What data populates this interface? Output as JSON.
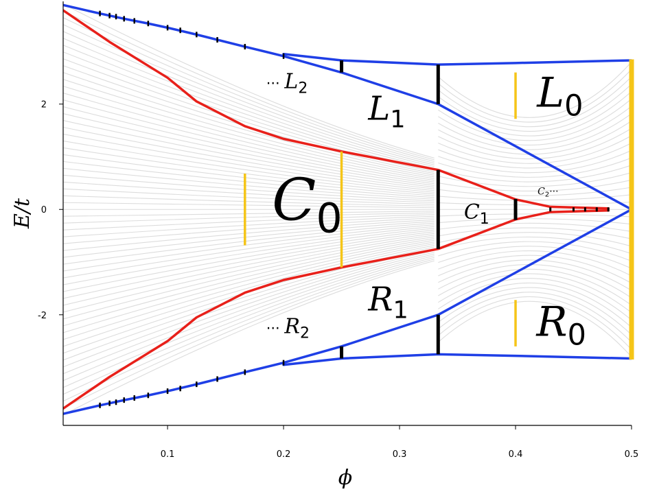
{
  "chart_data": {
    "type": "line",
    "xlabel": "ϕ",
    "ylabel": "E/t",
    "xlim": [
      0.01,
      0.5
    ],
    "ylim": [
      -4.1,
      3.95
    ],
    "x_ticks": [
      {
        "value": 0.1,
        "label": "0.1"
      },
      {
        "value": 0.2,
        "label": "0.2"
      },
      {
        "value": 0.3,
        "label": "0.3"
      },
      {
        "value": 0.4,
        "label": "0.4"
      },
      {
        "value": 0.5,
        "label": "0.5"
      }
    ],
    "y_ticks": [
      {
        "value": 2,
        "label": "2"
      },
      {
        "value": 0,
        "label": "0"
      },
      {
        "value": -2,
        "label": "-2"
      }
    ],
    "grid": false,
    "colors": {
      "outer_curve": "#1f3fe6",
      "center_curve": "#e8201a",
      "gap_marker": "#000000",
      "highlight_marker": "#f5c518",
      "spectrum": "#dcdcdc"
    },
    "series": [
      {
        "color": "#1f3fe6",
        "x": [
          0.01,
          0.0417,
          0.0625,
          0.0833,
          0.1,
          0.125,
          0.1667,
          0.2,
          0.25,
          0.3333,
          0.5
        ],
        "y": [
          3.88,
          3.72,
          3.62,
          3.53,
          3.45,
          3.32,
          3.09,
          2.91,
          2.6,
          2.0,
          0.0
        ]
      },
      {
        "color": "#1f3fe6",
        "x": [
          0.01,
          0.0417,
          0.0625,
          0.0833,
          0.1,
          0.125,
          0.1667,
          0.2,
          0.25,
          0.3333,
          0.5
        ],
        "y": [
          -3.88,
          -3.72,
          -3.62,
          -3.53,
          -3.45,
          -3.32,
          -3.09,
          -2.91,
          -2.6,
          -2.0,
          0.0
        ]
      },
      {
        "color": "#1f3fe6",
        "x": [
          0.2,
          0.25,
          0.3333,
          0.4,
          0.5
        ],
        "y": [
          2.95,
          2.83,
          2.75,
          2.78,
          2.83
        ]
      },
      {
        "color": "#1f3fe6",
        "x": [
          0.2,
          0.25,
          0.3333,
          0.4,
          0.5
        ],
        "y": [
          -2.95,
          -2.83,
          -2.75,
          -2.78,
          -2.83
        ]
      },
      {
        "color": "#e8201a",
        "x": [
          0.01,
          0.05,
          0.1,
          0.125,
          0.1667,
          0.2,
          0.25,
          0.3333,
          0.4,
          0.43,
          0.48
        ],
        "y": [
          3.78,
          3.18,
          2.5,
          2.05,
          1.58,
          1.34,
          1.1,
          0.75,
          0.19,
          0.05,
          0.02
        ]
      },
      {
        "color": "#e8201a",
        "x": [
          0.01,
          0.05,
          0.1,
          0.125,
          0.1667,
          0.2,
          0.25,
          0.3333,
          0.4,
          0.43,
          0.48
        ],
        "y": [
          -3.78,
          -3.18,
          -2.5,
          -2.05,
          -1.58,
          -1.34,
          -1.1,
          -0.75,
          -0.19,
          -0.05,
          -0.02
        ]
      }
    ],
    "gap_markers": [
      {
        "x": 0.25,
        "y": [
          2.83,
          2.6
        ],
        "color": "#000000"
      },
      {
        "x": 0.25,
        "y": [
          -2.83,
          -2.6
        ],
        "color": "#000000"
      },
      {
        "x": 0.3333,
        "y": [
          2.75,
          2.0
        ],
        "color": "#000000"
      },
      {
        "x": 0.3333,
        "y": [
          -2.75,
          -2.0
        ],
        "color": "#000000"
      },
      {
        "x": 0.3333,
        "y": [
          0.75,
          -0.75
        ],
        "color": "#000000"
      },
      {
        "x": 0.4,
        "y": [
          0.2,
          -0.2
        ],
        "color": "#000000"
      },
      {
        "x": 0.1667,
        "y": [
          0.68,
          -0.68
        ],
        "color": "#f5c518"
      },
      {
        "x": 0.25,
        "y": [
          1.1,
          -1.1
        ],
        "color": "#f5c518"
      },
      {
        "x": 0.4,
        "y": [
          2.6,
          1.72
        ],
        "color": "#f5c518"
      },
      {
        "x": 0.4,
        "y": [
          -1.72,
          -2.6
        ],
        "color": "#f5c518"
      },
      {
        "x": 0.5,
        "y": [
          2.85,
          -2.85
        ],
        "color": "#f5c518"
      }
    ],
    "annotations": [
      {
        "base": "L",
        "sub": "0",
        "prefix": "",
        "suffix": "",
        "x": 0.4185,
        "y": 1.95,
        "size": "large"
      },
      {
        "base": "L",
        "sub": "1",
        "prefix": "",
        "suffix": "",
        "x": 0.273,
        "y": 1.7,
        "size": "medium"
      },
      {
        "base": "L",
        "sub": "2",
        "prefix": "··· ",
        "suffix": "",
        "x": 0.185,
        "y": 2.3,
        "size": "small"
      },
      {
        "base": "C",
        "sub": "0",
        "prefix": "",
        "suffix": "",
        "x": 0.19,
        "y": -0.2,
        "size": "xlarge"
      },
      {
        "base": "C",
        "sub": "1",
        "prefix": "",
        "suffix": "",
        "x": 0.3555,
        "y": -0.18,
        "size": "small"
      },
      {
        "base": "C",
        "sub": "2",
        "prefix": "",
        "suffix": "···",
        "x": 0.419,
        "y": 0.28,
        "size": "tiny"
      },
      {
        "base": "R",
        "sub": "1",
        "prefix": "",
        "suffix": "",
        "x": 0.273,
        "y": -1.92,
        "size": "medium"
      },
      {
        "base": "R",
        "sub": "2",
        "prefix": "··· ",
        "suffix": "",
        "x": 0.185,
        "y": -2.35,
        "size": "small"
      },
      {
        "base": "R",
        "sub": "0",
        "prefix": "",
        "suffix": "",
        "x": 0.418,
        "y": -2.4,
        "size": "large"
      }
    ]
  }
}
